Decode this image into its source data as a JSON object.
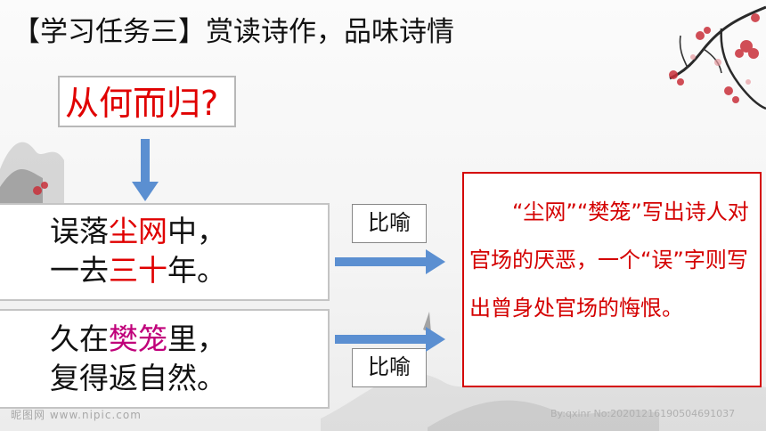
{
  "slide": {
    "title": "【学习任务三】赏读诗作，品味诗情",
    "question": "从何而归?",
    "poem1": {
      "line1_a": "误落",
      "line1_b": "尘网",
      "line1_c": "中，",
      "line2_a": "一去",
      "line2_b": "三十",
      "line2_c": "年。"
    },
    "poem2": {
      "line1_a": "久在",
      "line1_b": "樊笼",
      "line1_c": "里，",
      "line2": "复得返自然。"
    },
    "tag1": "比喻",
    "tag2": "比喻",
    "note": "“尘网”“樊笼”写出诗人对官场的厌恶，一个“误”字则写出曾身处官场的悔恨。"
  },
  "watermark": {
    "left": "昵图网 www.nipic.com",
    "right": "By:qxinr No:20201216190504691037"
  },
  "colors": {
    "accent_red": "#e00000",
    "accent_purple": "#c0007a",
    "arrow_blue": "#5b8fd1"
  },
  "icons": [
    "plum-blossom-branch-decoration",
    "ink-wash-mountain-decoration",
    "arrow-down-icon",
    "arrow-right-icon"
  ]
}
